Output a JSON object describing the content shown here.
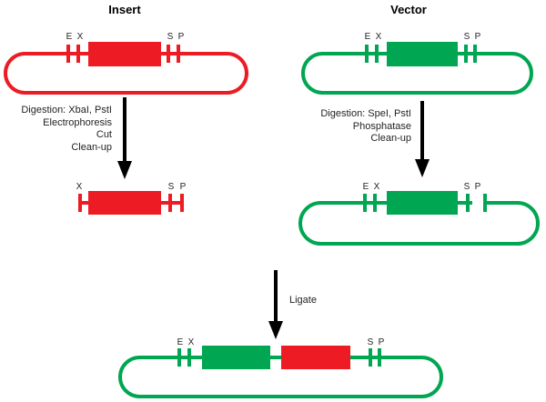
{
  "colors": {
    "red": "#ED1C24",
    "green": "#00A651",
    "ink": "#231F20",
    "arrow": "#000000",
    "background": "#FFFFFF"
  },
  "insert": {
    "title": "Insert",
    "sites": {
      "e": "E",
      "x": "X",
      "s": "S",
      "p": "P"
    },
    "steps": [
      "Digestion: XbaI, PstI",
      "Electrophoresis",
      "Cut",
      "Clean-up"
    ]
  },
  "vector": {
    "title": "Vector",
    "sites": {
      "e": "E",
      "x": "X",
      "s": "S",
      "p": "P"
    },
    "steps": [
      "Digestion: SpeI, PstI",
      "Phosphatase",
      "Clean-up"
    ]
  },
  "insert_fragment": {
    "sites": {
      "x": "X",
      "s": "S",
      "p": "P"
    }
  },
  "cut_vector": {
    "sites": {
      "e": "E",
      "x": "X",
      "s": "S",
      "p": "P"
    }
  },
  "ligation": {
    "label": "Ligate"
  },
  "product": {
    "sites": {
      "e": "E",
      "x": "X",
      "s": "S",
      "p": "P"
    }
  }
}
